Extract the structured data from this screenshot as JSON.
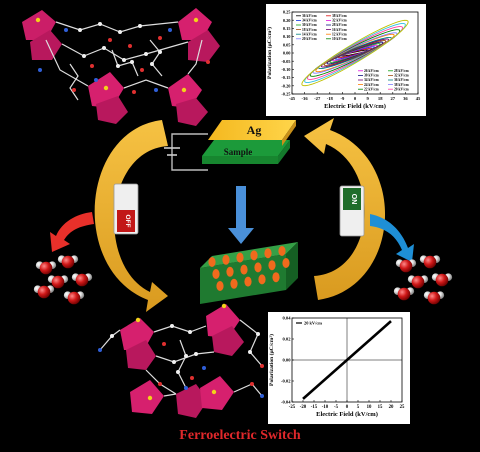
{
  "caption": "Ferroelectric Switch",
  "device": {
    "electrode_label": "Ag",
    "sample_label": "Sample"
  },
  "switches": {
    "left_label": "OFF",
    "right_label": "ON"
  },
  "colors": {
    "arrow_gold": "#f2b22e",
    "arrow_red": "#e8302a",
    "arrow_blue": "#1e8fd6",
    "arrow_down": "#4a90d9",
    "caption_red": "#e0282b",
    "polyhedra": "#d6206e",
    "crystal_green": "#2e7d32",
    "dipole_orange": "#f06a1d"
  },
  "chart_data": [
    {
      "type": "line",
      "xlabel": "Electric Field (kV/cm)",
      "ylabel": "Polarization (μC/cm²)",
      "xlim": [
        -45,
        45
      ],
      "ylim": [
        -0.25,
        0.25
      ],
      "xticks": [
        "-45",
        "-36",
        "-27",
        "-18",
        "-9",
        "0",
        "9",
        "18",
        "27",
        "36",
        "45"
      ],
      "yticks": [
        "-0.25",
        "-0.20",
        "-0.15",
        "-0.10",
        "-0.05",
        "0.00",
        "0.05",
        "0.10",
        "0.15",
        "0.20",
        "0.25"
      ],
      "legend_top": [
        "36 kV/cm",
        "38 kV/cm",
        "34 kV/cm",
        "32 kV/cm",
        "30 kV/cm",
        "28 kV/cm",
        "18 kV/cm",
        "16 kV/cm",
        "14 kV/cm",
        "12 kV/cm",
        "20 kV/cm",
        "10 kV/cm"
      ],
      "legend_bottom": [
        "26 kV/cm",
        "28 kV/cm",
        "30 kV/cm",
        "32 kV/cm",
        "34 kV/cm",
        "36 kV/cm",
        "24 kV/cm",
        "38 kV/cm",
        "22 kV/cm",
        "20 kV/cm"
      ],
      "series": [
        {
          "amplitude": 10,
          "pmax": 0.02
        },
        {
          "amplitude": 12,
          "pmax": 0.03
        },
        {
          "amplitude": 14,
          "pmax": 0.04
        },
        {
          "amplitude": 16,
          "pmax": 0.05
        },
        {
          "amplitude": 18,
          "pmax": 0.06
        },
        {
          "amplitude": 20,
          "pmax": 0.07
        },
        {
          "amplitude": 22,
          "pmax": 0.08
        },
        {
          "amplitude": 24,
          "pmax": 0.09
        },
        {
          "amplitude": 26,
          "pmax": 0.1
        },
        {
          "amplitude": 28,
          "pmax": 0.12
        },
        {
          "amplitude": 30,
          "pmax": 0.13
        },
        {
          "amplitude": 32,
          "pmax": 0.15
        },
        {
          "amplitude": 34,
          "pmax": 0.17
        },
        {
          "amplitude": 36,
          "pmax": 0.19
        },
        {
          "amplitude": 38,
          "pmax": 0.21
        }
      ]
    },
    {
      "type": "line",
      "xlabel": "Electric Field (kV/cm)",
      "ylabel": "Polarization (μC/cm²)",
      "xlim": [
        -25,
        25
      ],
      "ylim": [
        -0.04,
        0.04
      ],
      "xticks": [
        "-25",
        "-20",
        "-15",
        "-10",
        "-5",
        "0",
        "5",
        "10",
        "15",
        "20",
        "25"
      ],
      "yticks": [
        "-0.04",
        "-0.02",
        "0.00",
        "0.02",
        "0.04"
      ],
      "legend": [
        "20 kV/cm"
      ],
      "series": [
        {
          "name": "20 kV/cm",
          "x": [
            -20,
            20
          ],
          "y": [
            -0.037,
            0.037
          ]
        }
      ]
    }
  ]
}
